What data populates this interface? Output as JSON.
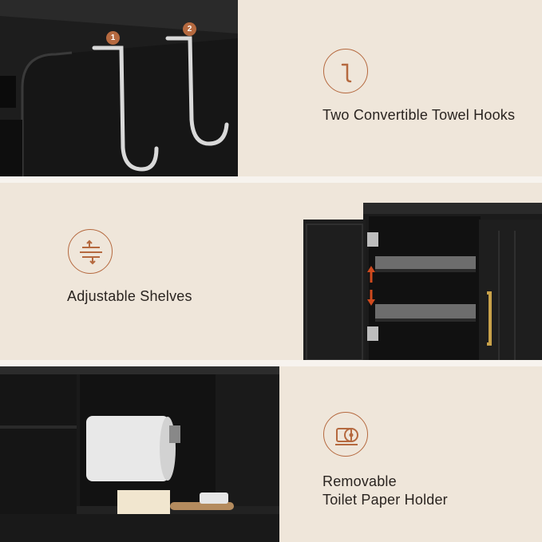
{
  "sections": [
    {
      "caption_lines": [
        "Two Convertible Towel Hooks"
      ],
      "icon": "towel-hook-icon"
    },
    {
      "caption_lines": [
        "Adjustable Shelves"
      ],
      "icon": "adjustable-shelf-icon"
    },
    {
      "caption_lines": [
        "Removable",
        "Toilet Paper Holder"
      ],
      "icon": "toilet-paper-icon"
    }
  ],
  "hook_badges": [
    "1",
    "2"
  ],
  "colors": {
    "accent": "#b5693f",
    "background": "#efe6da",
    "cabinet": "#1c1c1c",
    "text": "#2a2420"
  }
}
